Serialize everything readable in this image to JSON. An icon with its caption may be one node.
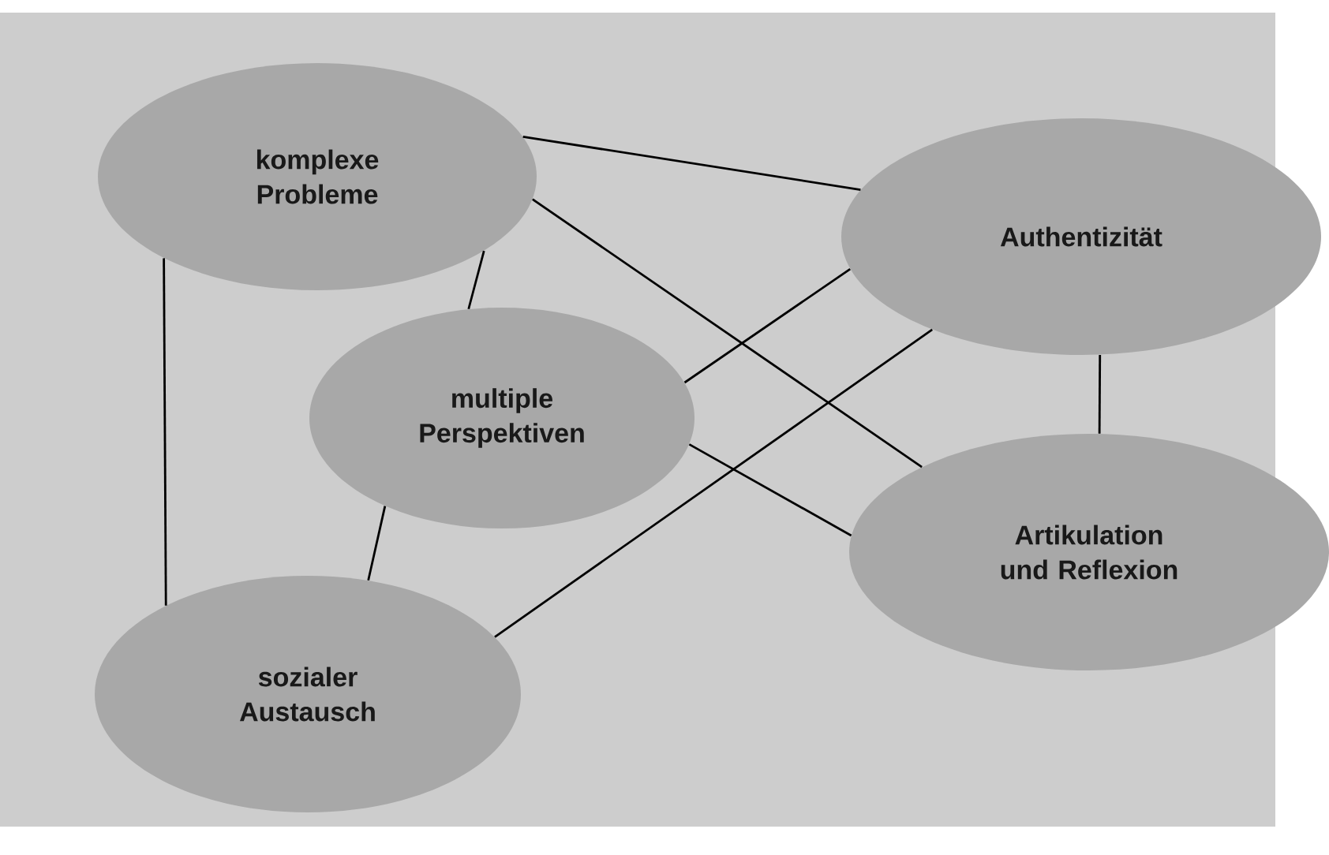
{
  "diagram": {
    "nodes": [
      {
        "text": [
          "komplexe Probleme"
        ]
      },
      {
        "text": [
          "Authentizität"
        ]
      },
      {
        "text": [
          "multiple Perspektiven"
        ]
      },
      {
        "text": [
          "Artikulation und Reflexion"
        ]
      },
      {
        "text": [
          "sozialer Austausch"
        ]
      }
    ],
    "edges": [
      {
        "from": 0,
        "to": 1,
        "arrow": "none"
      },
      {
        "from": 0,
        "to": 3,
        "arrow": "none"
      },
      {
        "from": 0,
        "to": 2,
        "arrow": "none"
      },
      {
        "from": 0,
        "to": 4,
        "arrow": "none"
      },
      {
        "from": 2,
        "to": 1,
        "arrow": "none"
      },
      {
        "from": 4,
        "to": 1,
        "arrow": "none"
      },
      {
        "from": 2,
        "to": 3,
        "arrow": "none"
      },
      {
        "from": 2,
        "to": 4,
        "arrow": "none"
      },
      {
        "from": 1,
        "to": 3,
        "arrow": "none"
      }
    ]
  }
}
